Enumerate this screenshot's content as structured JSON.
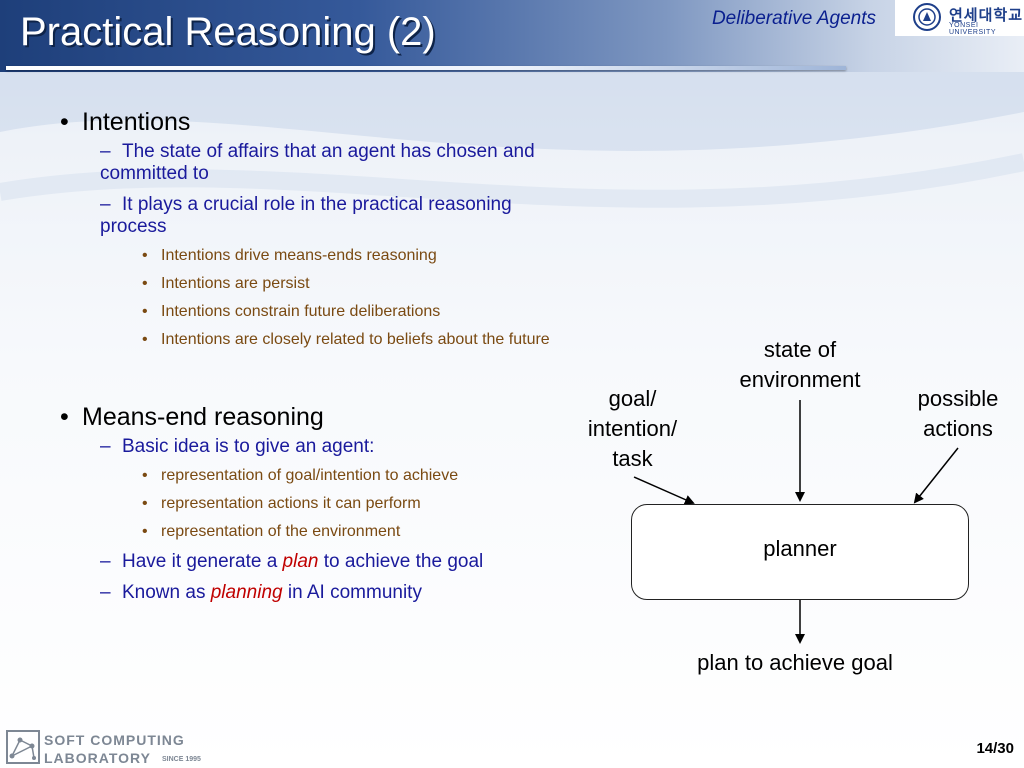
{
  "header": {
    "title": "Practical Reasoning (2)",
    "section": "Deliberative Agents",
    "logo_name": "연세대학교",
    "logo_sub": "YONSEI UNIVERSITY"
  },
  "content": {
    "intentions": {
      "heading": "Intentions",
      "items": [
        "The state of affairs that an agent has chosen and committed to",
        "It plays a crucial role in the practical reasoning process"
      ],
      "subitems": [
        "Intentions drive means-ends reasoning",
        "Intentions are persist",
        "Intentions constrain future deliberations",
        "Intentions are closely related to beliefs about the future"
      ]
    },
    "means_end": {
      "heading": "Means-end reasoning",
      "basic_idea": "Basic idea is to give an agent:",
      "subitems": [
        "representation of goal/intention to achieve",
        "representation actions it can perform",
        "representation of the environment"
      ],
      "generate_pre": "Have it generate a ",
      "generate_em": "plan",
      "generate_post": " to achieve the goal",
      "known_pre": "Known as ",
      "known_em": "planning",
      "known_post": " in AI community"
    }
  },
  "diagram": {
    "state_line1": "state of",
    "state_line2": "environment",
    "goal_line1": "goal/",
    "goal_line2": "intention/",
    "goal_line3": "task",
    "actions_line1": "possible",
    "actions_line2": "actions",
    "planner": "planner",
    "output": "plan to achieve goal"
  },
  "footer": {
    "lab_line1": "SOFT COMPUTING",
    "lab_line2": "LABORATORY",
    "lab_since": "SINCE 1995",
    "page": "14/30"
  },
  "colors": {
    "header_dark": "#1e3f7a",
    "level2_text": "#1a1a9c",
    "level3_text": "#7a4a12",
    "emphasis": "#c00000",
    "section_tag": "#0a1f8f"
  }
}
